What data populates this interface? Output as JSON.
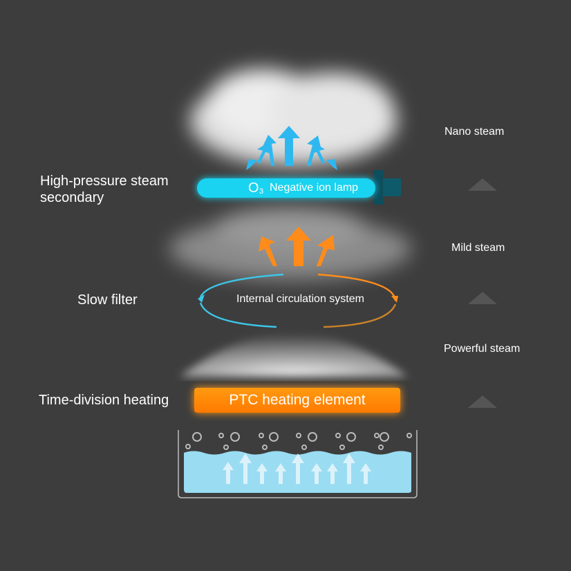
{
  "left_labels": {
    "high_pressure": "High-pressure steam secondary",
    "slow_filter": "Slow filter",
    "time_division": "Time-division heating"
  },
  "right_labels": {
    "nano": "Nano steam",
    "mild": "Mild steam",
    "powerful": "Powerful steam"
  },
  "lamp": {
    "symbol": "O",
    "subscript": "3",
    "label": "Negative ion lamp"
  },
  "circulation": "Internal circulation system",
  "heater": "PTC heating element",
  "colors": {
    "background": "#3d3d3d",
    "lamp": "#19d3f0",
    "heater": "#ff8a00",
    "water": "#9adcf2"
  }
}
